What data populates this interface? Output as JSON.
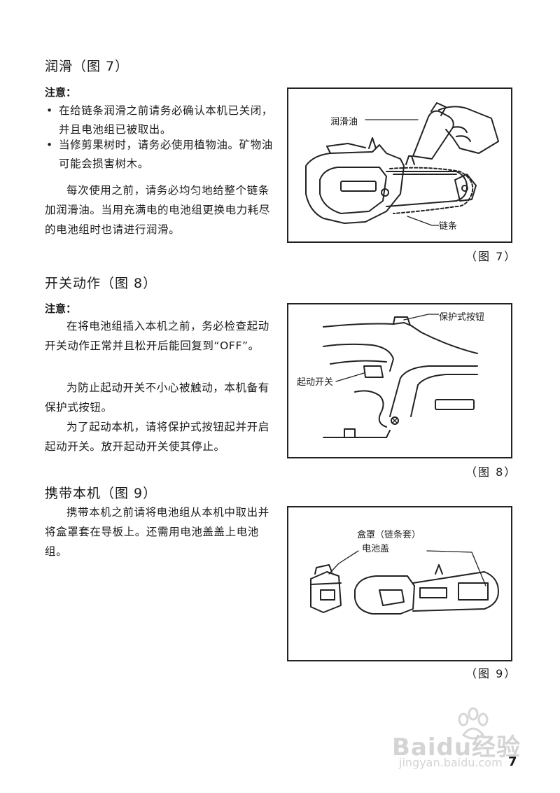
{
  "section_lubrication": {
    "heading": "润滑（图 7）",
    "note_label": "注意：",
    "bullets": [
      "在给链条润滑之前请务必确认本机已关闭，并且电池组已被取出。",
      "当修剪果树时，请务必使用植物油。矿物油可能会损害树木。"
    ],
    "paragraph": "每次使用之前，请务必均匀地给整个链条加润滑油。当用充满电的电池组更换电力耗尽的电池组时也请进行润滑。"
  },
  "figure7": {
    "label_oil": "润滑油",
    "label_chain": "链条",
    "caption": "（图 7）"
  },
  "section_switch": {
    "heading": "开关动作（图 8）",
    "note_label": "注意：",
    "paragraphs": [
      "在将电池组插入本机之前，务必检查起动开关动作正常并且松开后能回复到“OFF”。",
      "为防止起动开关不小心被触动，本机备有保护式按钮。",
      "为了起动本机，请将保护式按钮起并开启起动开关。放开起动开关使其停止。"
    ]
  },
  "figure8": {
    "label_lock": "保护式按钮",
    "label_trigger": "起动开关",
    "caption": "（图 8）"
  },
  "section_carry": {
    "heading": "携带本机（图 9）",
    "paragraph": "携带本机之前请将电池组从本机中取出并将盒罩套在导板上。还需用电池盖盖上电池组。"
  },
  "figure9": {
    "label_cover": "盒罩（链条套）",
    "label_battery_cap": "电池盖",
    "caption": "（图 9）"
  },
  "page_number": "7",
  "watermark": {
    "logo_text": "Baidu经验",
    "url": "jingyan.baidu.com"
  }
}
